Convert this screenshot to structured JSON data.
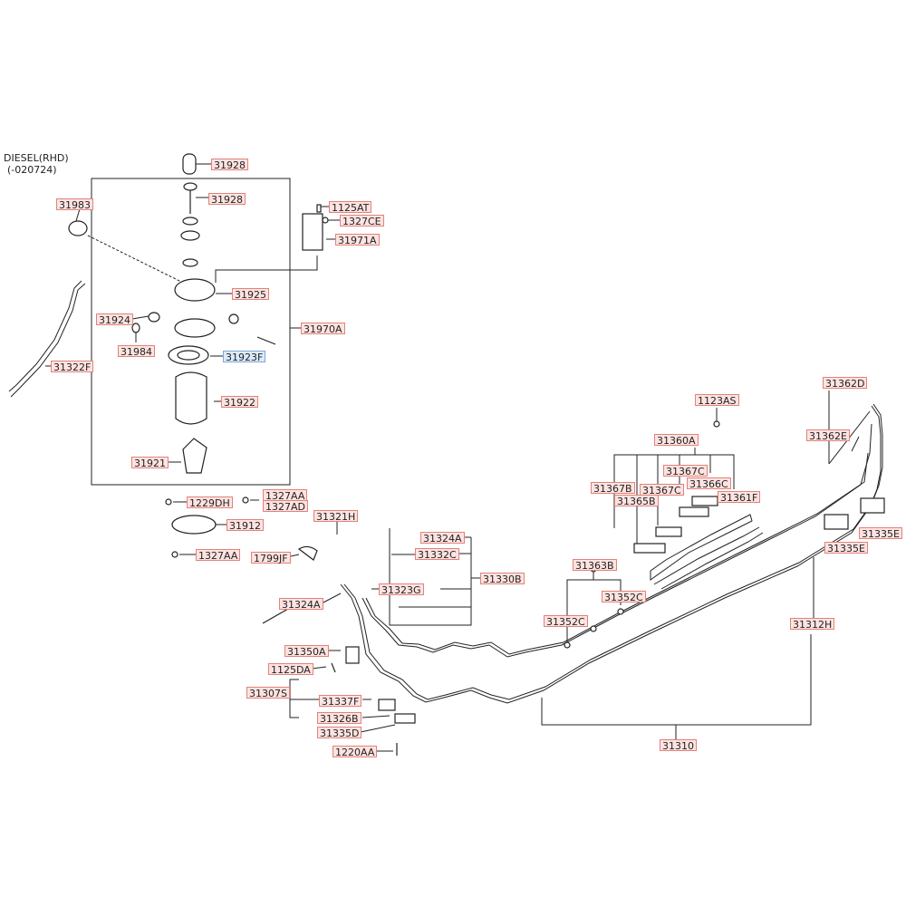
{
  "header": {
    "line1": "DIESEL(RHD)",
    "line2": "(-020724)"
  },
  "colors": {
    "tag_fill": "#fde3e1",
    "tag_border": "#e2827a",
    "selected_fill": "#dcebfb",
    "selected_border": "#7ea7d8",
    "line": "#222222"
  },
  "labels": {
    "p31928_top": "31928",
    "p31928": "31928",
    "p31983": "31983",
    "p1125AT": "1125AT",
    "p1327CE": "1327CE",
    "p31971A": "31971A",
    "p31925": "31925",
    "p31924": "31924",
    "p31970A": "31970A",
    "p31984": "31984",
    "p31923F": "31923F",
    "p31322F": "31322F",
    "p31922": "31922",
    "p31921": "31921",
    "p1229DH": "1229DH",
    "p1327AA_a": "1327AA",
    "p1327AD": "1327AD",
    "p31912": "31912",
    "p1327AA_b": "1327AA",
    "p31321H": "31321H",
    "p1799JF": "1799JF",
    "p31324A_a": "31324A",
    "p31332C": "31332C",
    "p31330B": "31330B",
    "p31323G": "31323G",
    "p31324A_b": "31324A",
    "p31350A": "31350A",
    "p1125DA": "1125DA",
    "p31307S": "31307S",
    "p31337F": "31337F",
    "p31326B": "31326B",
    "p31335D": "31335D",
    "p1220AA": "1220AA",
    "p1123AS": "1123AS",
    "p31360A": "31360A",
    "p31367B": "31367B",
    "p31367C_a": "31367C",
    "p31366C": "31366C",
    "p31365B": "31365B",
    "p31367C_b": "31367C",
    "p31361F": "31361F",
    "p31363B": "31363B",
    "p31352C_a": "31352C",
    "p31352C_b": "31352C",
    "p31362D": "31362D",
    "p31362E": "31362E",
    "p31335E_a": "31335E",
    "p31335E_b": "31335E",
    "p31312H": "31312H",
    "p31310": "31310"
  }
}
